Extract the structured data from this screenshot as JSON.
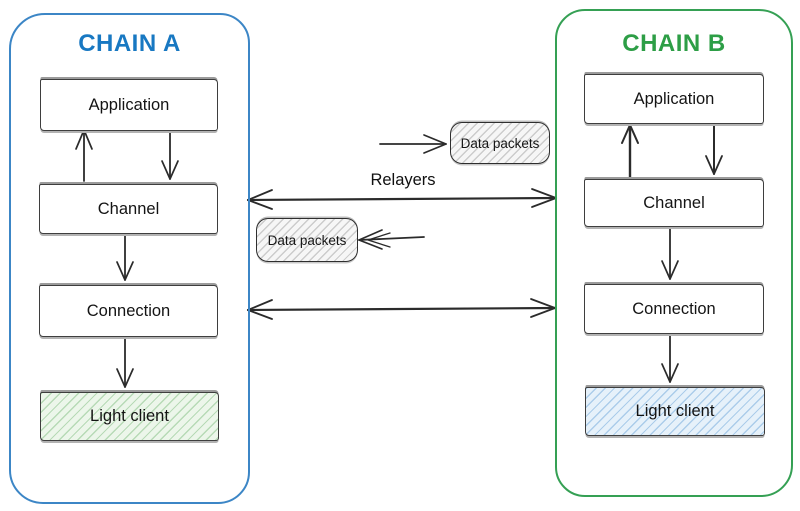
{
  "chain_a": {
    "title": "CHAIN A",
    "boxes": [
      "Application",
      "Channel",
      "Connection",
      "Light client"
    ]
  },
  "chain_b": {
    "title": "CHAIN B",
    "boxes": [
      "Application",
      "Channel",
      "Connection",
      "Light client"
    ]
  },
  "middle": {
    "relayers_label": "Relayers",
    "data_packet_labels": [
      "Data packets",
      "Data packets"
    ]
  },
  "colors": {
    "chain_a_title": "#1878c2",
    "chain_a_border": "#3c86c6",
    "chain_b_title": "#2d9e46",
    "chain_b_border": "#35a054",
    "light_client_a_fill": "#ecf6ea",
    "light_client_b_fill": "#e6f1fa",
    "packet_box_fill": "#f6f6f6",
    "box_border": "#3e3e3e",
    "arrow_color": "#2b2b2b"
  }
}
